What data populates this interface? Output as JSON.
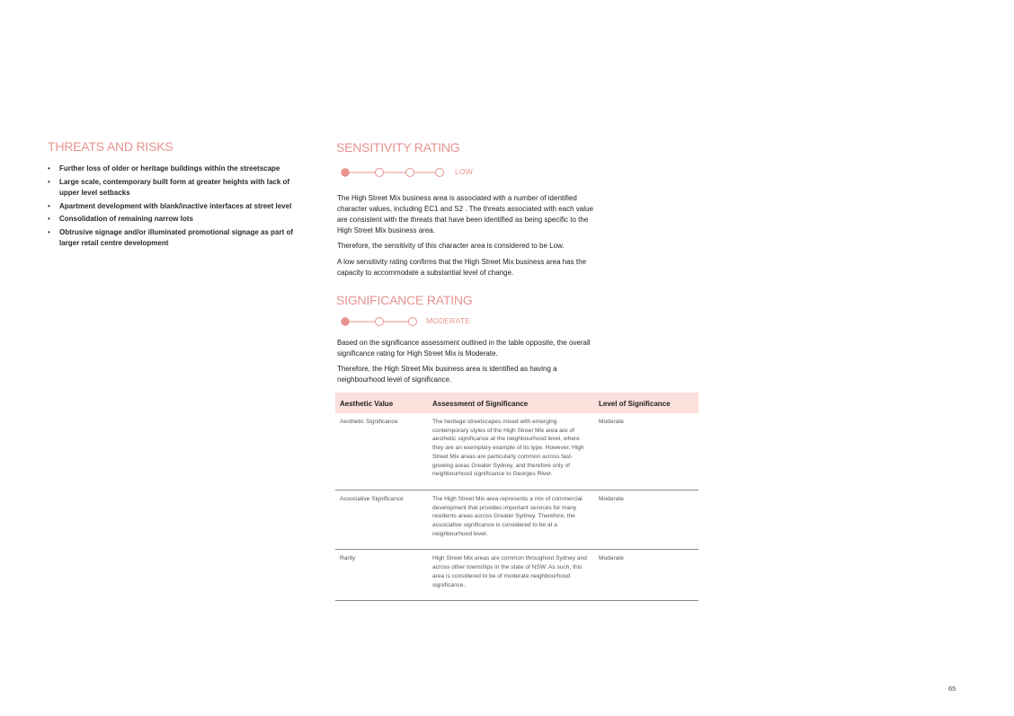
{
  "threats": {
    "heading": "THREATS AND RISKS",
    "items": [
      "Further loss of older or heritage buildings within the streetscape",
      "Large scale, contemporary built form at greater heights with lack of upper level setbacks",
      "Apartment development with blank/inactive interfaces at street level",
      "Consolidation of remaining narrow lots",
      "Obtrusive signage and/or illuminated promotional signage as part of larger retail centre development"
    ]
  },
  "sensitivity": {
    "heading": "SENSITIVITY RATING",
    "rating_label": "LOW",
    "scale_steps": 4,
    "selected_step": 1,
    "paragraphs": [
      "The High Street Mix business area is associated with a number of identified character values, including EC1 and S2 . The threats associated with each value are consistent with the threats that have been identified as being specific to the High Street Mix business area.",
      "Therefore, the sensitivity of this character area is considered to be Low.",
      "A low sensitivity rating confirms that the High Street Mix business area has the capacity to accommodate a substantial level of change."
    ]
  },
  "significance": {
    "heading": "SIGNIFICANCE RATING",
    "rating_label": "MODERATE",
    "scale_steps": 3,
    "selected_step": 1,
    "paragraphs": [
      "Based on the significance assessment outlined in the table opposite, the overall significance rating for High Street Mix is Moderate.",
      "Therefore, the High Street Mix business area is identified as having a neighbourhood level of significance."
    ]
  },
  "table": {
    "headers": [
      "Aesthetic Value",
      "Assessment of Significance",
      "Level of Significance"
    ],
    "rows": [
      {
        "value": "Aesthetic Significance",
        "assessment": "The heritage streetscapes mixed with emerging contemporary styles of the High Street Mix area are of aesthetic significance at the neighbourhood level, where they are an exemplary example of its type. However, High Street Mix areas are particularly common across fast-growing areas Greater Sydney, and therefore only of neighbourhood significance to Georges River.",
        "level": "Moderate"
      },
      {
        "value": "Associative Significance",
        "assessment": "The High Street Mix area represents a mix of commercial development that provides important services for many residents areas across Greater Sydney. Therefore, the associative significance is considered to be at a neighbourhood level.",
        "level": "Moderate"
      },
      {
        "value": "Rarity",
        "assessment": "High Street Mix areas are common throughout Sydney and across other townships in the state of NSW. As such, this area is considered to be of moderate neighbourhood significance.",
        "level": "Moderate"
      }
    ]
  },
  "page_number": "65",
  "colors": {
    "accent": "#e8938f",
    "table_header_bg": "#fbe0dc",
    "text": "#222222"
  }
}
